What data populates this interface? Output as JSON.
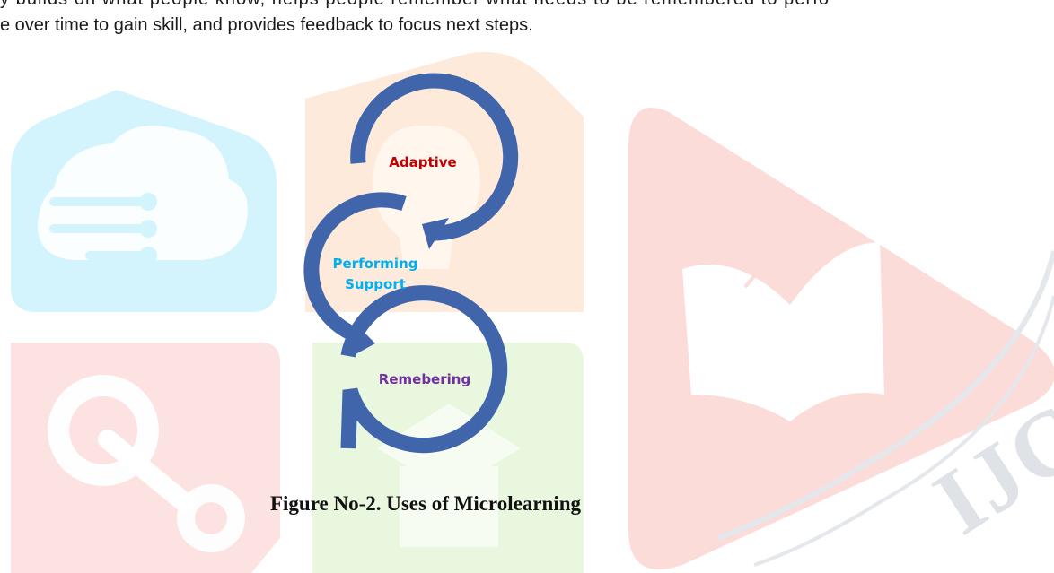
{
  "document": {
    "text_lines": [
      "y builds on what people know, helps people remember what needs to be remembered to perfo",
      "e over time to gain skill, and provides feedback to focus next steps."
    ],
    "figure_caption": "Figure No-2. Uses of Microlearning"
  },
  "diagram": {
    "stages": [
      {
        "label": "Adaptive",
        "color": "#c00000"
      },
      {
        "label": "Performing",
        "label_line2": "Support",
        "color": "#00b0f0"
      },
      {
        "label": "Remebering",
        "color": "#7030a0"
      }
    ],
    "arc_color": "#4065aa"
  },
  "watermark": {
    "brand": "IJCRT",
    "colors": {
      "cyan": "#d3f4fd",
      "orange": "#feeadb",
      "pink": "#fde2e2",
      "green": "#e9f7de",
      "red": "#fcdcd9",
      "gray": "#dfe3e8"
    }
  }
}
